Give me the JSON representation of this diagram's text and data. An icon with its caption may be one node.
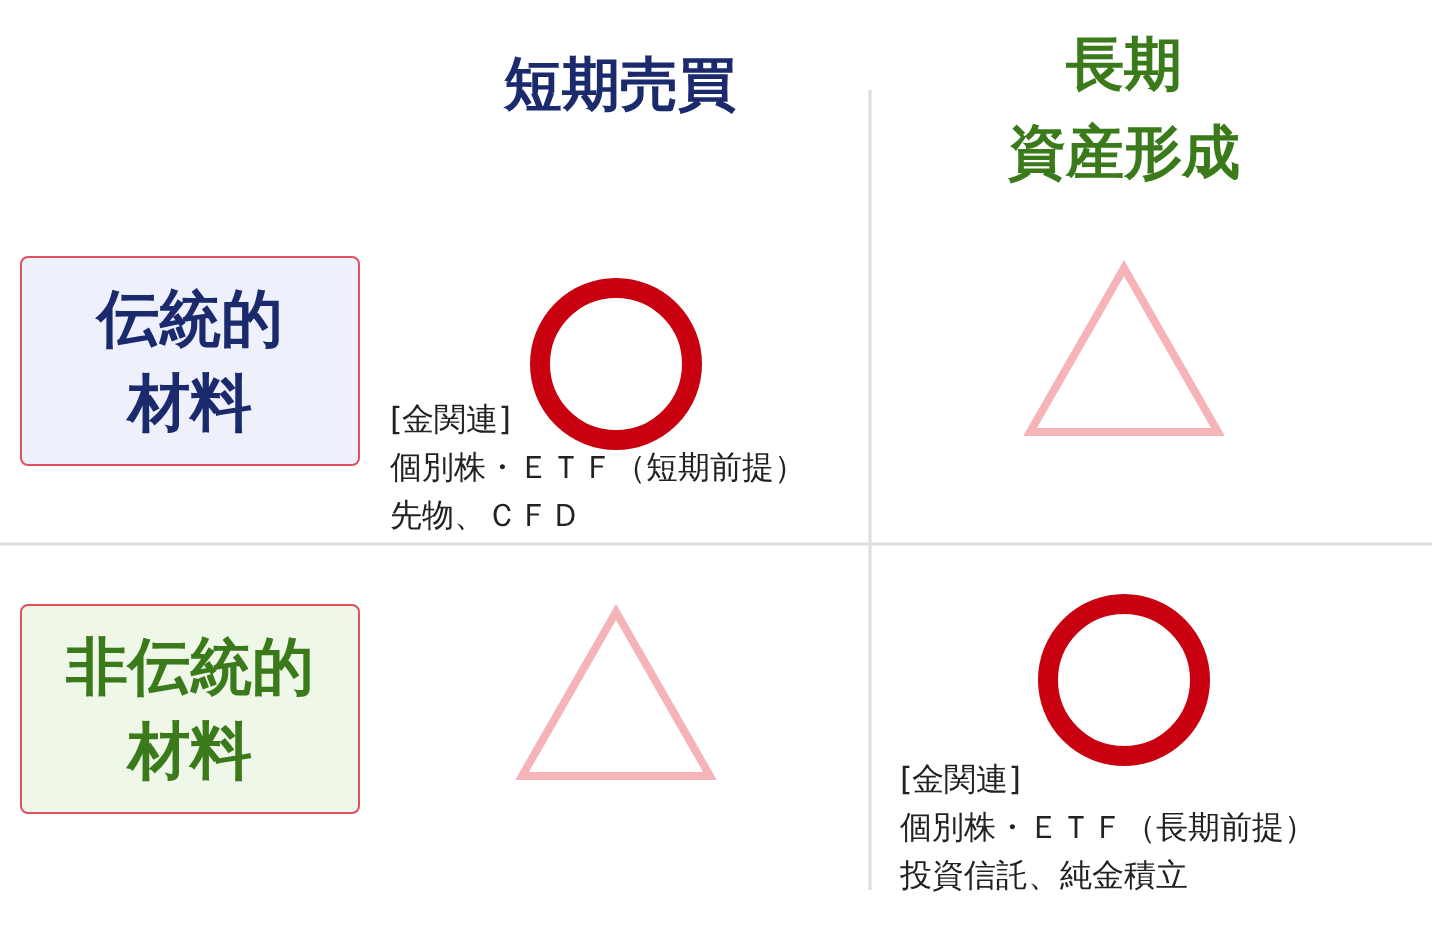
{
  "diagram": {
    "nodes": [
      {
        "text": [
          "伝統的材料"
        ]
      },
      {
        "text": [],
        "shape": "circle"
      },
      {
        "text": [],
        "shape": "triangle"
      },
      {
        "text": [
          "非伝統的材料"
        ]
      },
      {
        "text": [],
        "shape": "triangle"
      },
      {
        "text": [],
        "shape": "circle"
      }
    ],
    "edges": [],
    "labels": [
      "短期売買",
      "長期資産形成",
      "[金関連]",
      "個別株・ＥＴＦ（短期前提）",
      "先物、ＣＦＤ",
      "[金関連]",
      "個別株・ＥＴＦ（長期前提）",
      "投資信託、純金積立"
    ]
  }
}
